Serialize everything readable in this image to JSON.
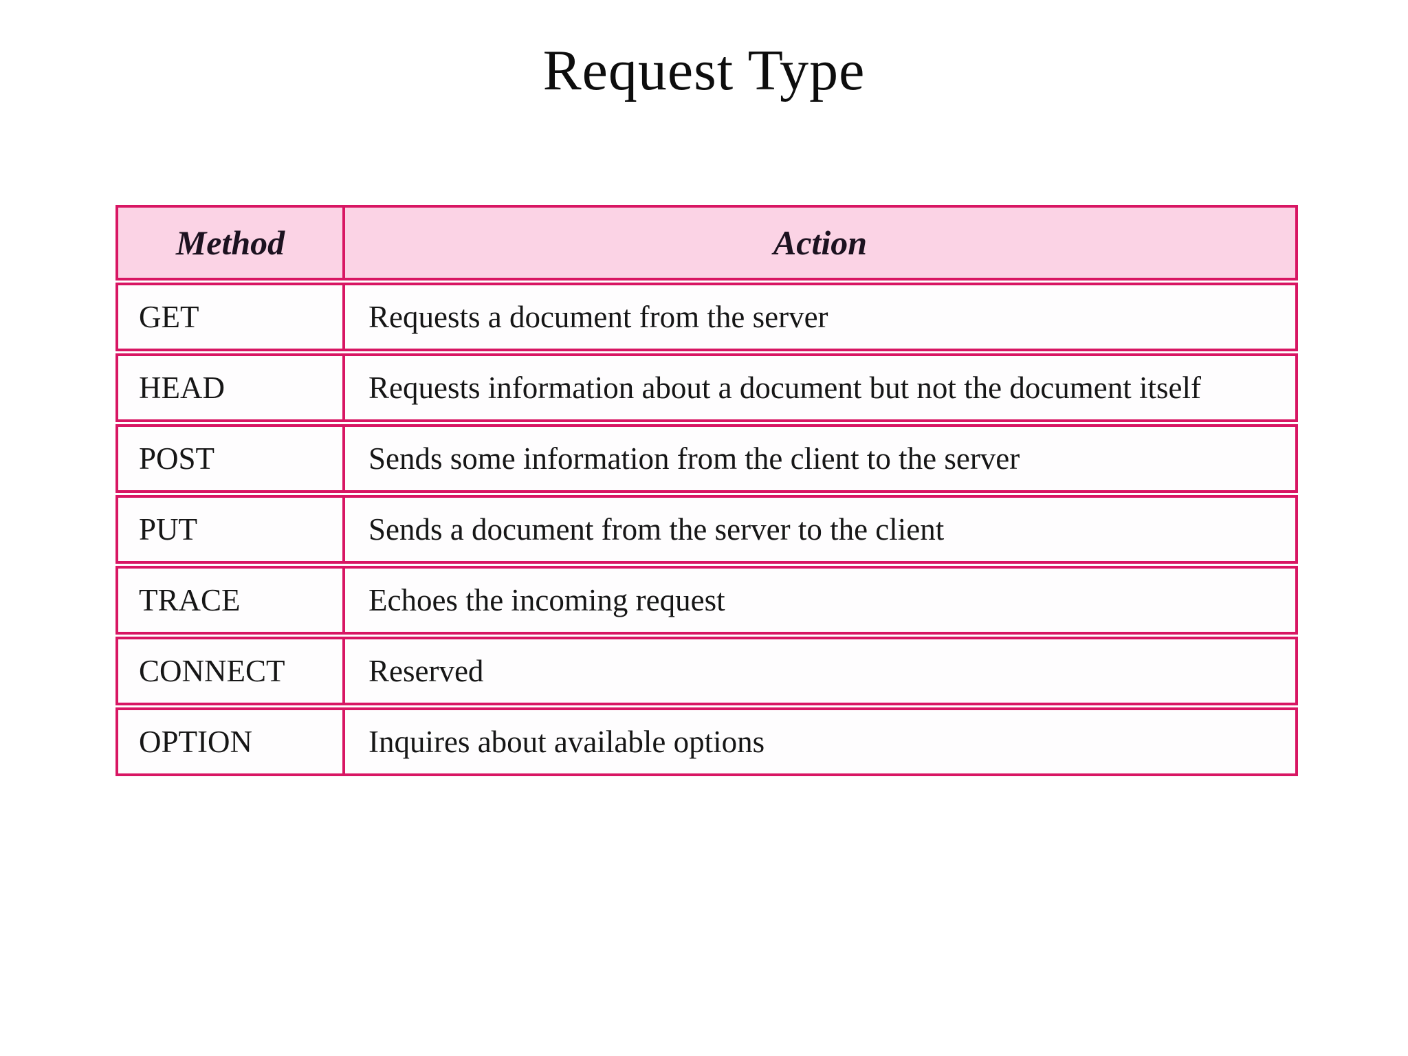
{
  "title": "Request Type",
  "colors": {
    "table_border": "#d81663",
    "header_fill": "#fbd3e5",
    "row_fill": "#fefdfe",
    "body_text": "#161616",
    "title_text": "#0d0d0d",
    "page_background": "#ffffff"
  },
  "table": {
    "columns": [
      {
        "label": "Method"
      },
      {
        "label": "Action"
      }
    ],
    "rows": [
      {
        "method": "GET",
        "action": "Requests a document from the server"
      },
      {
        "method": "HEAD",
        "action": "Requests information about a document but not the document itself"
      },
      {
        "method": "POST",
        "action": "Sends some information from the client to the server"
      },
      {
        "method": "PUT",
        "action": "Sends a document from the server to the client"
      },
      {
        "method": "TRACE",
        "action": "Echoes the incoming request"
      },
      {
        "method": "CONNECT",
        "action": "Reserved"
      },
      {
        "method": "OPTION",
        "action": "Inquires about available options"
      }
    ]
  }
}
